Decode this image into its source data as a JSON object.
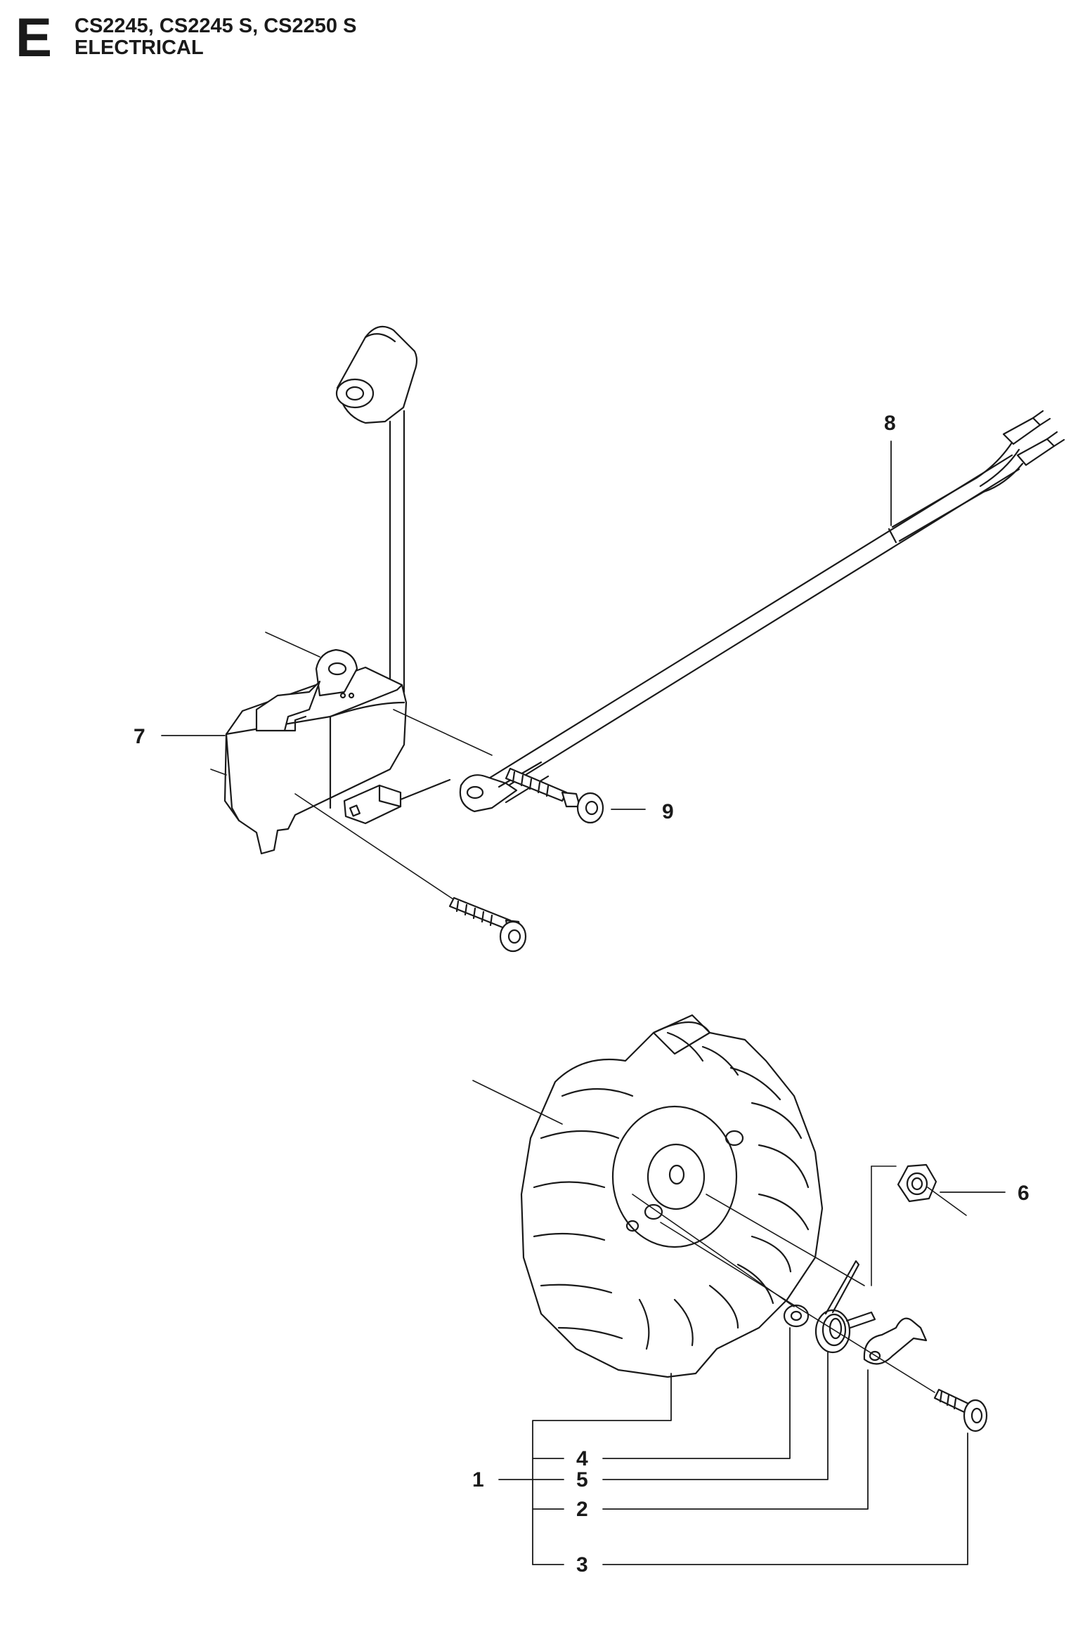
{
  "header": {
    "section_letter": "E",
    "models": "CS2245, CS2245 S, CS2250 S",
    "section_title": "ELECTRICAL"
  },
  "callouts": {
    "c1": "1",
    "c2": "2",
    "c3": "3",
    "c4": "4",
    "c5": "5",
    "c6": "6",
    "c7": "7",
    "c8": "8",
    "c9": "9"
  },
  "colors": {
    "ink": "#1a1a1a",
    "background": "#ffffff"
  }
}
